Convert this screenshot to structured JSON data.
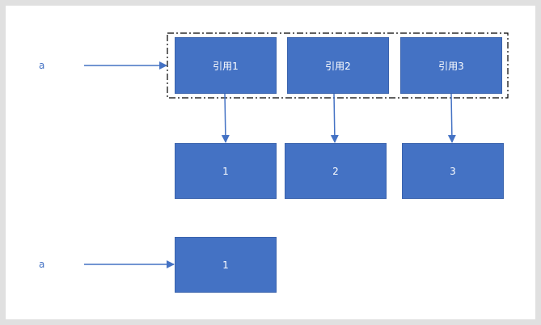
{
  "top_row": {
    "variable_label": "a",
    "refs": [
      {
        "label": "引用1"
      },
      {
        "label": "引用2"
      },
      {
        "label": "引用3"
      }
    ],
    "values": [
      {
        "label": "1"
      },
      {
        "label": "2"
      },
      {
        "label": "3"
      }
    ]
  },
  "bottom_row": {
    "variable_label": "a",
    "value": {
      "label": "1"
    }
  },
  "colors": {
    "box_fill": "#4472c4",
    "arrow": "#4472c4",
    "group_border": "#000000"
  }
}
